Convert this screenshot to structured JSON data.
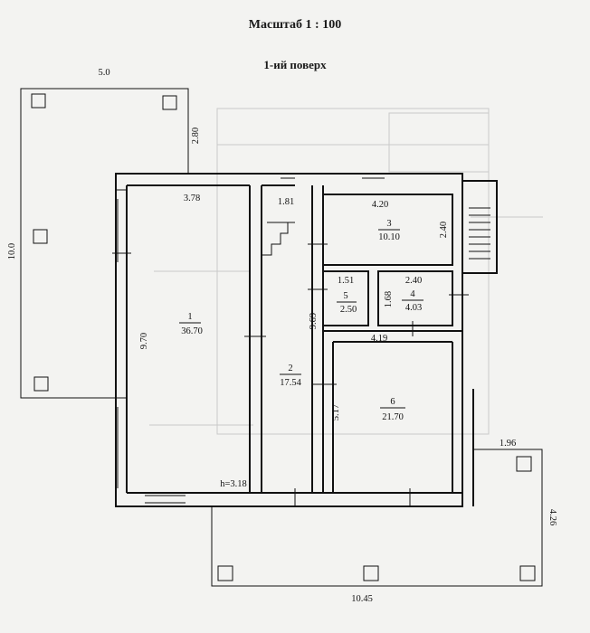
{
  "header": {
    "scale": "Масштаб  1 : 100",
    "floor": "1-ий поверх"
  },
  "colors": {
    "line": "#111111",
    "paper": "#f3f3f1",
    "ghost": "#c9c9c9"
  },
  "rooms": [
    {
      "number": "1",
      "area": "36.70"
    },
    {
      "number": "2",
      "area": "17.54"
    },
    {
      "number": "3",
      "area": "10.10"
    },
    {
      "number": "4",
      "area": "4.03"
    },
    {
      "number": "5",
      "area": "2.50"
    },
    {
      "number": "6",
      "area": "21.70"
    }
  ],
  "dimensions": {
    "terrace_top_width": "5.0",
    "terrace_left_height": "10.0",
    "terrace_right_offset": "2.80",
    "room1_width": "3.78",
    "room1_height": "9.70",
    "corridor_width": "1.81",
    "corridor_height": "9.69",
    "room3_width": "4.20",
    "room3_height": "2.40",
    "room5_width": "1.51",
    "room5_height": "1.68",
    "room4_width": "2.40",
    "room6_top": "4.19",
    "room6_height": "5.17",
    "ceiling_height": "h=3.18",
    "porch_top": "1.96",
    "porch_right": "4.26",
    "porch_bottom": "10.45"
  }
}
